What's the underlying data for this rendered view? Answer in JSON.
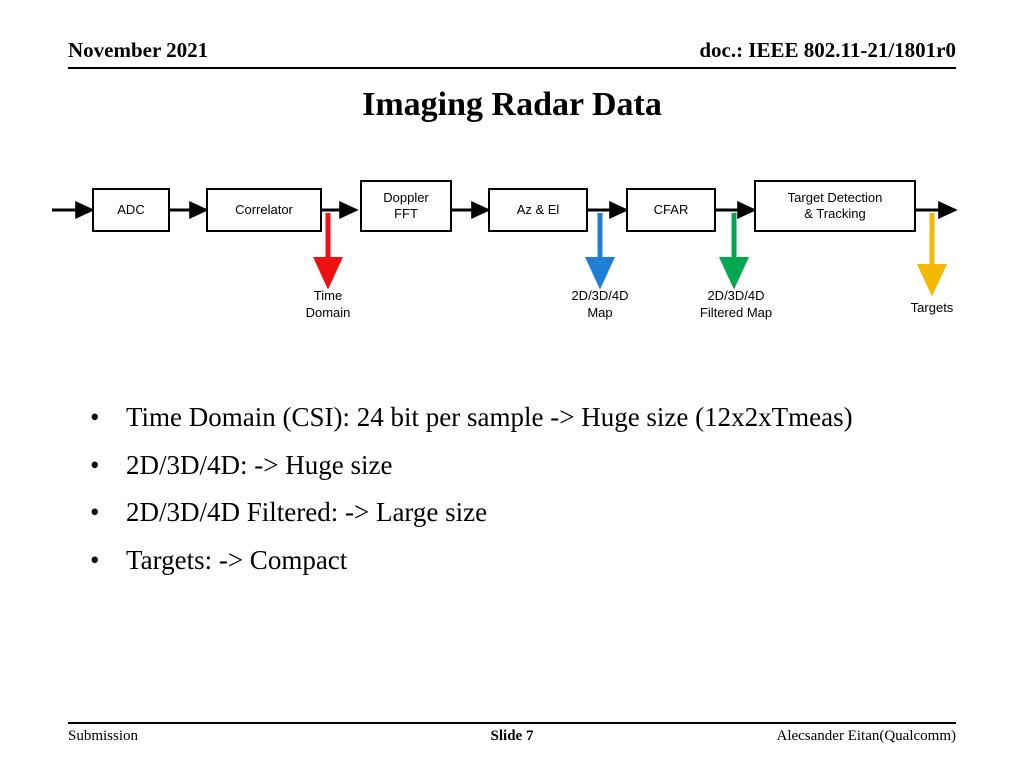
{
  "header": {
    "date": "November 2021",
    "doc": "doc.: IEEE 802.11-21/1801r0"
  },
  "title": "Imaging Radar Data",
  "diagram": {
    "blocks": [
      {
        "id": "adc",
        "label": "ADC"
      },
      {
        "id": "correlator",
        "label": "Correlator"
      },
      {
        "id": "doppler-fft",
        "label": "Doppler\nFFT"
      },
      {
        "id": "az-el",
        "label": "Az & El"
      },
      {
        "id": "cfar",
        "label": "CFAR"
      },
      {
        "id": "target-detection",
        "label": "Target Detection\n& Tracking"
      }
    ],
    "outputs": [
      {
        "id": "time-domain",
        "label": "Time\nDomain",
        "color": "#ee1111"
      },
      {
        "id": "map-2d3d4d",
        "label": "2D/3D/4D\nMap",
        "color": "#1f7fd4"
      },
      {
        "id": "filtered-map-2d3d4d",
        "label": "2D/3D/4D\nFiltered Map",
        "color": "#00a84f"
      },
      {
        "id": "targets",
        "label": "Targets",
        "color": "#f5b800"
      }
    ]
  },
  "bullets": [
    "Time Domain (CSI): 24 bit per sample -> Huge size (12x2xTmeas)",
    "2D/3D/4D: -> Huge size",
    "2D/3D/4D Filtered: -> Large size",
    "Targets: -> Compact"
  ],
  "footer": {
    "left": "Submission",
    "center": "Slide 7",
    "right": "Alecsander Eitan(Qualcomm)"
  },
  "bullet_marker": "•"
}
